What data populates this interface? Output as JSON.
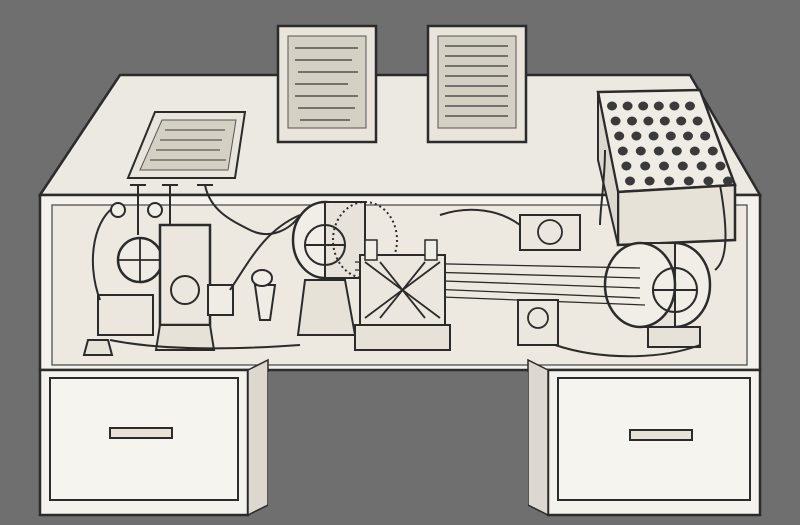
{
  "illustration": {
    "colors": {
      "background": "#6f6f6f",
      "paper": "#ece9e2",
      "paper_shade": "#dcd8cf",
      "ink": "#2b2b2b",
      "panel": "#f4f2ec"
    },
    "parts": [
      "desk",
      "desktop-surface",
      "left-drawer",
      "right-drawer",
      "screen-left",
      "screen-center-left",
      "screen-center-right",
      "keyboard-bank",
      "film-reels",
      "cameras",
      "pipes"
    ]
  }
}
